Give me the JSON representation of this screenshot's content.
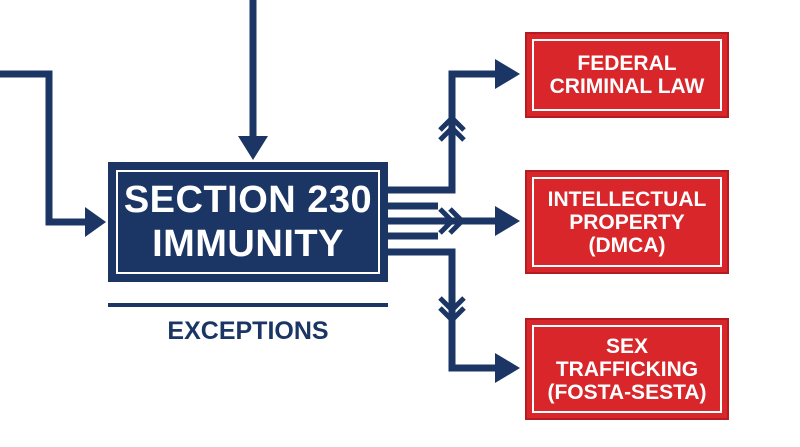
{
  "center": {
    "line1": "SECTION 230",
    "line2": "IMMUNITY",
    "sublabel": "EXCEPTIONS"
  },
  "exceptions": [
    {
      "text": "FEDERAL\nCRIMINAL LAW"
    },
    {
      "text": "INTELLECTUAL\nPROPERTY\n(DMCA)"
    },
    {
      "text": "SEX\nTRAFFICKING\n(FOSTA-SESTA)"
    }
  ],
  "colors": {
    "navy": "#1b3565",
    "red": "#d8262b",
    "background": "#ffffff"
  }
}
